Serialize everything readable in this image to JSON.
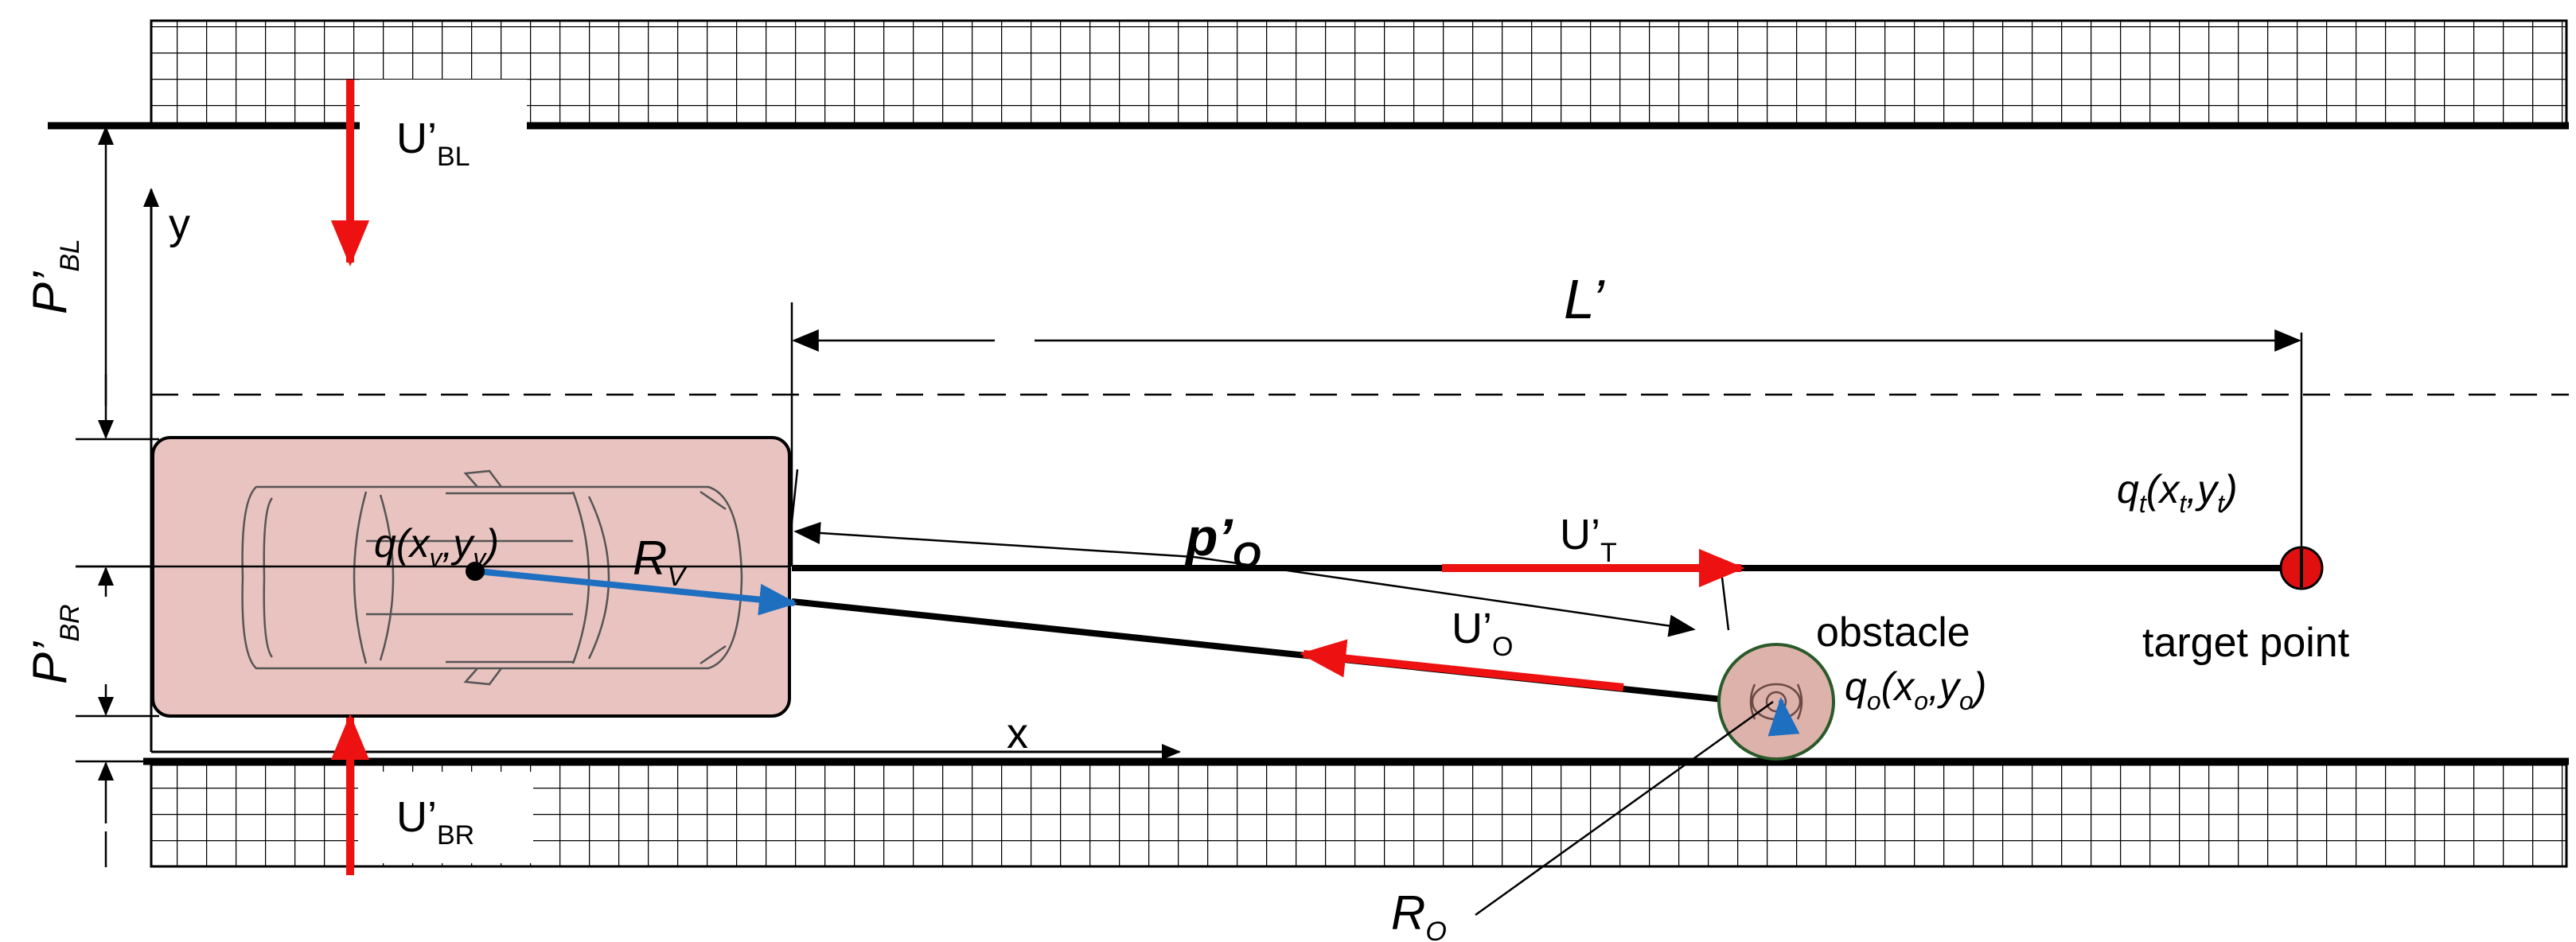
{
  "labels": {
    "u_bl": {
      "main": "U’",
      "sub": "BL"
    },
    "u_br": {
      "main": "U’",
      "sub": "BR"
    },
    "u_t": {
      "main": "U’",
      "sub": "T"
    },
    "u_o": {
      "main": "U’",
      "sub": "O"
    },
    "p_bl": {
      "main": "P’",
      "sub": "BL"
    },
    "p_br": {
      "main": "P’",
      "sub": "BR"
    },
    "p_o": {
      "main": "p’",
      "sub": "O"
    },
    "l_prime": "L’",
    "r_v": {
      "main": "R",
      "sub": "V"
    },
    "r_o": {
      "main": "R",
      "sub": "O"
    },
    "axis_x": "x",
    "axis_y": "y",
    "vehicle_pos": {
      "q": "q",
      "open": "(x",
      "s1": "v",
      "comma": ",y",
      "s2": "v",
      "close": ")"
    },
    "target_pos": {
      "q": "q",
      "qs": "t",
      "open": "(x",
      "s1": "t",
      "comma": ",y",
      "s2": "t",
      "close": ")"
    },
    "obstacle_pos": {
      "q": "q",
      "qs": "o",
      "open": "(x",
      "s1": "o",
      "comma": ",y",
      "s2": "o",
      "close": ")"
    },
    "obstacle": "obstacle",
    "target_point": "target point"
  },
  "colors": {
    "force_arrow": "#ee1111",
    "radius_arrow": "#1f6fc1",
    "vehicle_fill": "#e9c3c0",
    "obstacle_fill": "#ddb2aa",
    "obstacle_ring": "#2a5a2a",
    "target_fill": "#e01010",
    "line": "#000000"
  },
  "icons": {
    "vehicle": "car-top-view-icon",
    "obstacle": "pedestrian-top-view-icon",
    "target": "target-point-icon"
  }
}
